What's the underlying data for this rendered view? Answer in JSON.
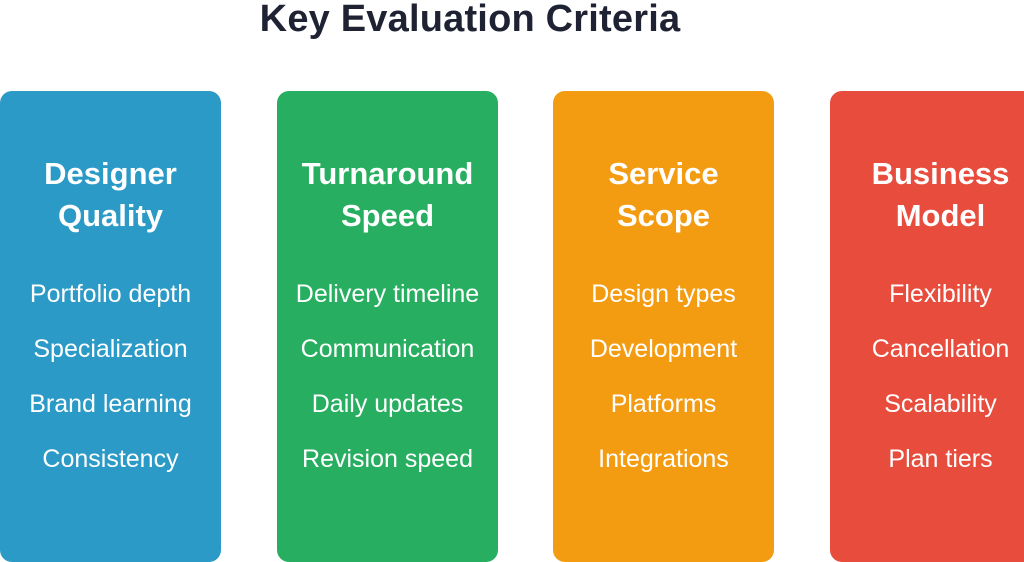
{
  "title": "Key Evaluation Criteria",
  "cards": [
    {
      "heading": "Designer\nQuality",
      "color": "#2b9ac6",
      "items": [
        "Portfolio depth",
        "Specialization",
        "Brand learning",
        "Consistency"
      ]
    },
    {
      "heading": "Turnaround\nSpeed",
      "color": "#27ae60",
      "items": [
        "Delivery timeline",
        "Communication",
        "Daily updates",
        "Revision speed"
      ]
    },
    {
      "heading": "Service\nScope",
      "color": "#f39c12",
      "items": [
        "Design types",
        "Development",
        "Platforms",
        "Integrations"
      ]
    },
    {
      "heading": "Business\nModel",
      "color": "#e74c3c",
      "items": [
        "Flexibility",
        "Cancellation",
        "Scalability",
        "Plan tiers"
      ]
    }
  ]
}
